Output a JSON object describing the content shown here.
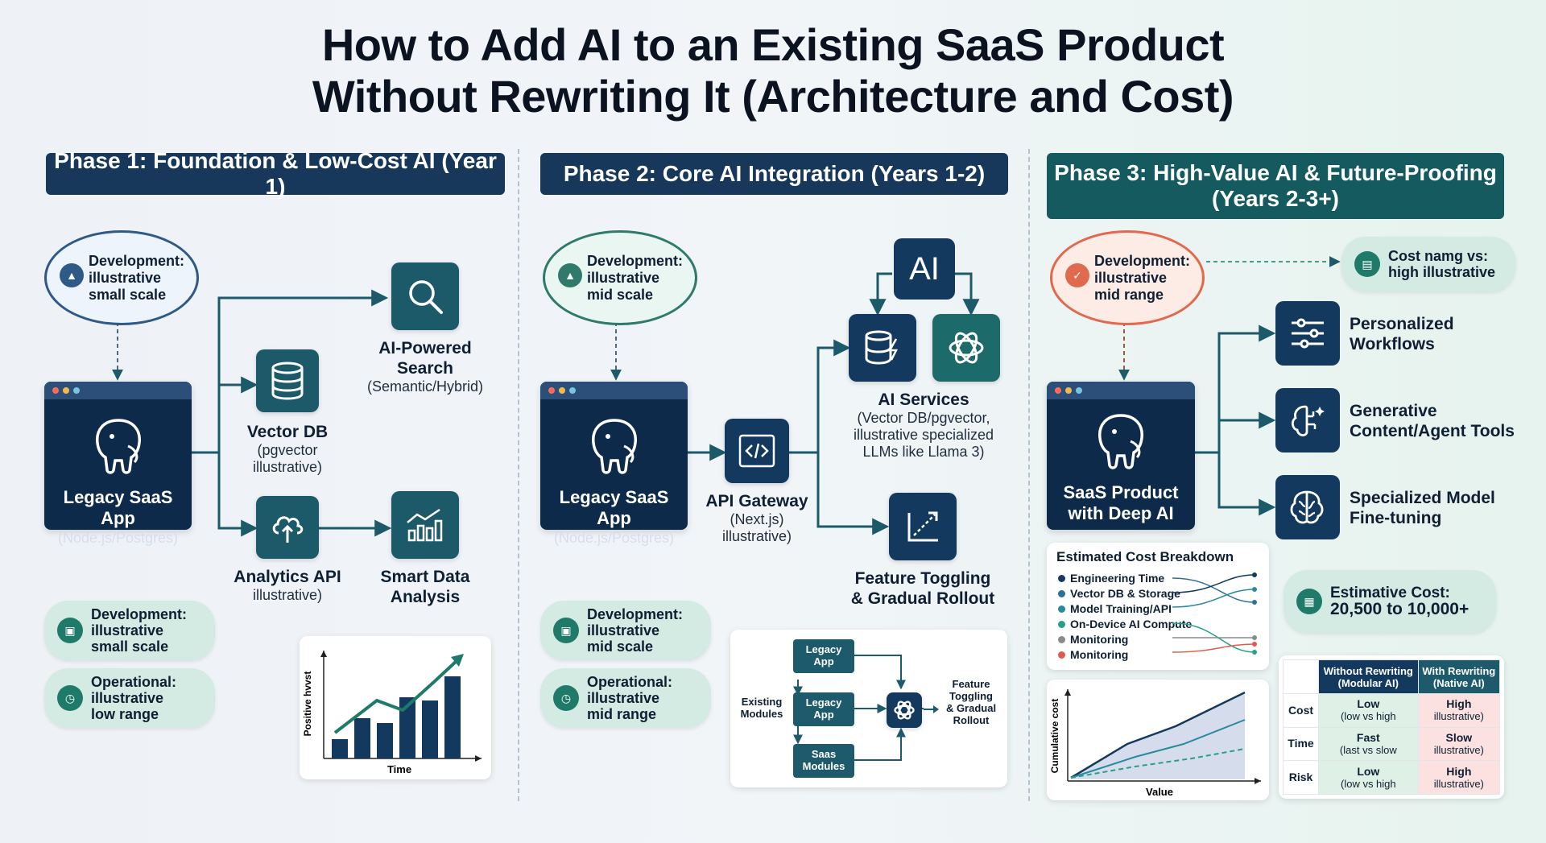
{
  "title_line1": "How to Add AI to an Existing SaaS Product",
  "title_line2": "Without Rewriting It (Architecture and Cost)",
  "phase1": {
    "header": "Phase 1: Foundation & Low-Cost AI (Year 1)",
    "bubble": "Development:\nillustrative\nsmall scale",
    "app_name": "Legacy SaaS App",
    "app_sub": "(Node.js/Postgres)",
    "vector_db": "Vector DB",
    "vector_db_sub": "(pgvector\nillustrative)",
    "search": "AI-Powered\nSearch",
    "search_sub": "(Semantic/Hybrid)",
    "analytics": "Analytics API",
    "analytics_sub": "illustrative)",
    "smart_data": "Smart Data\nAnalysis",
    "pill_dev": "Development:\nillustrative\nsmall scale",
    "pill_ops": "Operational:\nillustrative\nlow range",
    "chart": {
      "ylabel": "Positive hvvst",
      "xlabel": "Time"
    }
  },
  "phase2": {
    "header": "Phase 2: Core AI Integration (Years 1-2)",
    "bubble": "Development:\nillustrative\nmid scale",
    "app_name": "Legacy SaaS App",
    "app_sub": "(Node.js/Postgres)",
    "gateway": "API Gateway",
    "gateway_sub": "(Next.js)\nillustrative)",
    "ai_box": "AI",
    "ai_services": "AI Services",
    "ai_services_sub": "(Vector DB/pgvector,\nillustrative specialized\nLLMs like Llama 3)",
    "toggling": "Feature Toggling\n& Gradual Rollout",
    "pill_dev": "Development:\nillustrative\nmid scale",
    "pill_ops": "Operational:\nillustrative\nmid range",
    "mini": {
      "node1": "Legacy\nApp",
      "node2": "Legacy\nApp",
      "node3": "Saas\nModules",
      "existing": "Existing\nModules",
      "feature": "Feature\nToggling\n& Gradual\nRollout"
    }
  },
  "phase3": {
    "header": "Phase 3: High-Value AI & Future-Proofing\n(Years 2-3+)",
    "bubble": "Development:\nillustrative\nmid range",
    "cost_tag": "Cost namg vs:\nhigh illustrative",
    "app_name": "SaaS Product\nwith Deep AI",
    "features": [
      "Personalized\nWorkflows",
      "Generative\nContent/Agent Tools",
      "Specialized Model\nFine-tuning"
    ],
    "breakdown_title": "Estimated Cost Breakdown",
    "breakdown_items": [
      {
        "label": "Engineering Time",
        "color": "#133a5e"
      },
      {
        "label": "Vector DB & Storage",
        "color": "#2f6f9a"
      },
      {
        "label": "Model Training/API",
        "color": "#2b8a9a"
      },
      {
        "label": "On-Device AI Compute",
        "color": "#26a08a"
      },
      {
        "label": "Monitoring",
        "color": "#8a8a8a"
      },
      {
        "label": "Monitoring",
        "color": "#e05a4e"
      }
    ],
    "estimative_label": "Estimative Cost:",
    "estimative_value": "20,500 to 10,000+",
    "chart": {
      "ylabel": "Cumulative cost",
      "xlabel": "Value"
    },
    "table": {
      "col1": "Without Rewriting\n(Modular AI)",
      "col2": "With Rewriting\n(Native AI)",
      "rows": [
        {
          "label": "Cost",
          "c1": "Low",
          "c1s": "(low vs high",
          "c2": "High",
          "c2s": "illustrative)"
        },
        {
          "label": "Time",
          "c1": "Fast",
          "c1s": "(last vs slow",
          "c2": "Slow",
          "c2s": "illustrative)"
        },
        {
          "label": "Risk",
          "c1": "Low",
          "c1s": "(low vs high",
          "c2": "High",
          "c2s": "illustrative)"
        }
      ]
    }
  },
  "colors": {
    "navy": "#133a5e",
    "teal": "#1c5a6a",
    "mint": "#d3ebe3",
    "coral": "#e06a4e"
  }
}
